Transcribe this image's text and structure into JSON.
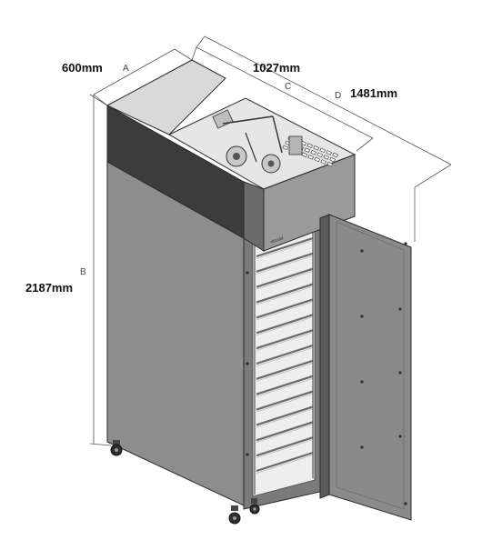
{
  "dimensions": {
    "depth": {
      "letter": "A",
      "value": "600mm"
    },
    "height": {
      "letter": "B",
      "value": "2187mm"
    },
    "width": {
      "letter": "C",
      "value": "1027mm"
    },
    "open_width": {
      "letter": "D",
      "value": "1481mm"
    }
  },
  "door_label": "tefcold",
  "colors": {
    "cabinet_front": "#7a7a7a",
    "cabinet_side": "#8d8d8d",
    "top_band": "#3c3c3c",
    "unit_top": "#e6e6e6",
    "door_panel": "#8a8a8a",
    "interior": "#eeeeee",
    "lines": "#555555"
  },
  "tray_count": 15,
  "icons": [
    "caster-wheel-icon",
    "door-hinge-icon",
    "fan-icon"
  ]
}
